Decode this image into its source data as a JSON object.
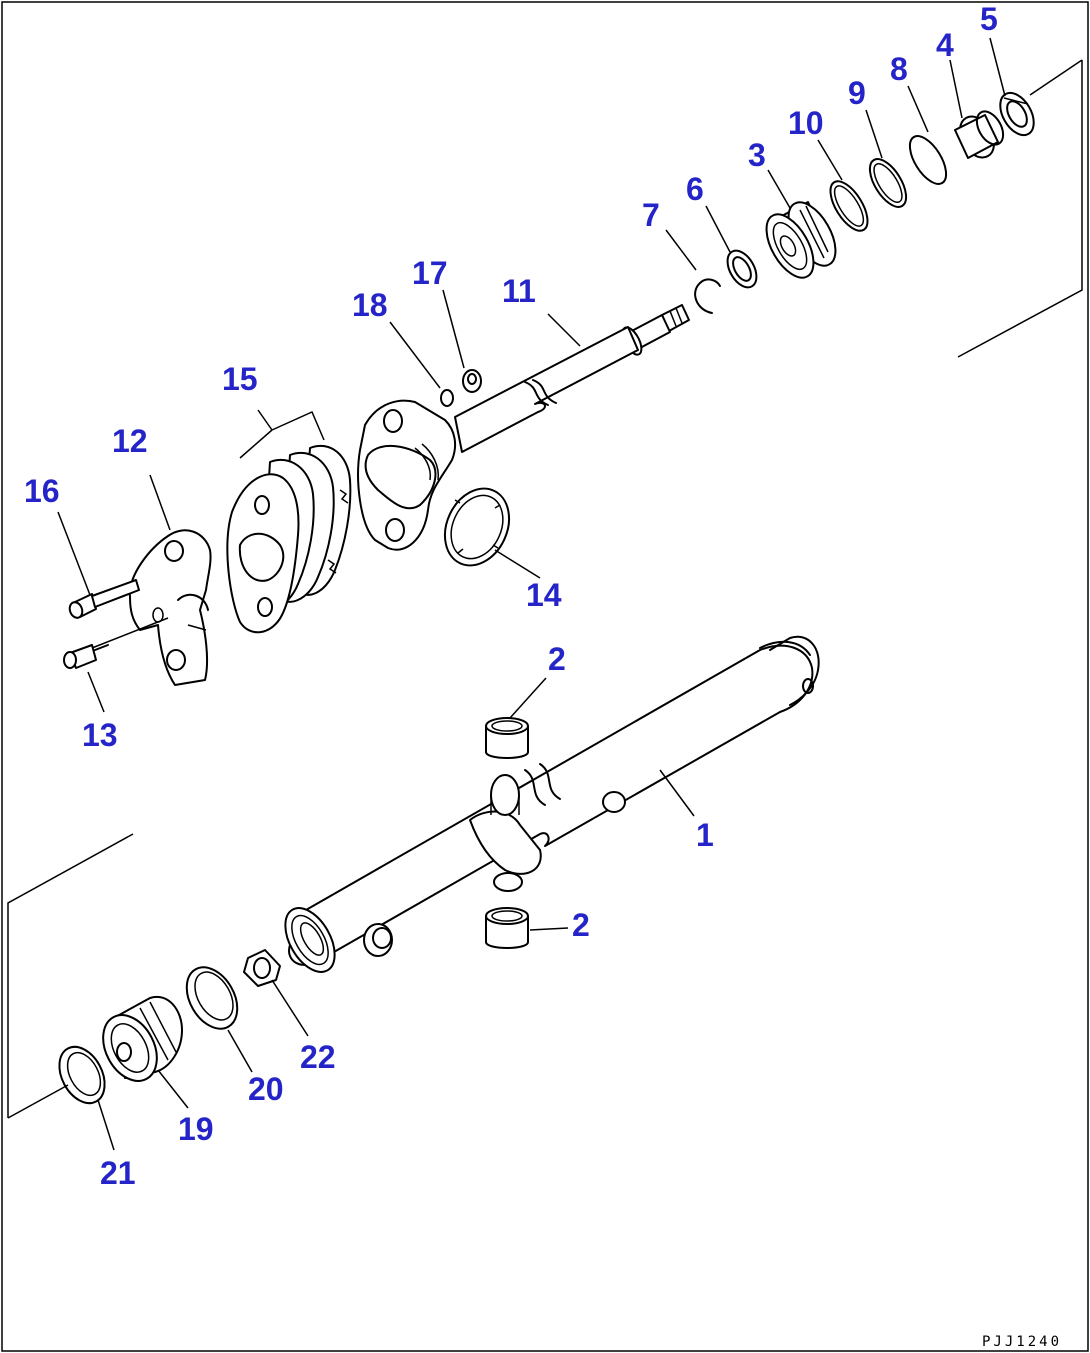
{
  "diagram": {
    "callout_color": "#2424c8",
    "drawing_code": "PJJ1240",
    "callouts": [
      {
        "id": "c1",
        "label": "1"
      },
      {
        "id": "c2a",
        "label": "2"
      },
      {
        "id": "c2b",
        "label": "2"
      },
      {
        "id": "c3",
        "label": "3"
      },
      {
        "id": "c4",
        "label": "4"
      },
      {
        "id": "c5",
        "label": "5"
      },
      {
        "id": "c6",
        "label": "6"
      },
      {
        "id": "c7",
        "label": "7"
      },
      {
        "id": "c8",
        "label": "8"
      },
      {
        "id": "c9",
        "label": "9"
      },
      {
        "id": "c10",
        "label": "10"
      },
      {
        "id": "c11",
        "label": "11"
      },
      {
        "id": "c12",
        "label": "12"
      },
      {
        "id": "c13",
        "label": "13"
      },
      {
        "id": "c14",
        "label": "14"
      },
      {
        "id": "c15",
        "label": "15"
      },
      {
        "id": "c16",
        "label": "16"
      },
      {
        "id": "c17",
        "label": "17"
      },
      {
        "id": "c18",
        "label": "18"
      },
      {
        "id": "c19",
        "label": "19"
      },
      {
        "id": "c20",
        "label": "20"
      },
      {
        "id": "c21",
        "label": "21"
      },
      {
        "id": "c22",
        "label": "22"
      }
    ]
  }
}
